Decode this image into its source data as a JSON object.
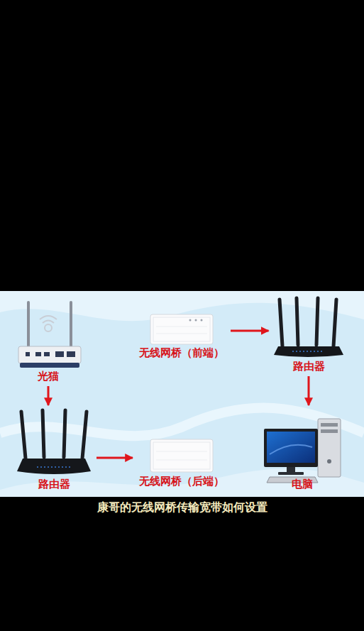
{
  "diagram": {
    "caption": "康哥的无线网桥传输宽带如何设置",
    "nodes": [
      {
        "text": [
          "光猫"
        ]
      },
      {
        "text": [
          "无线网桥（前端）"
        ]
      },
      {
        "text": [
          "路由器"
        ]
      },
      {
        "text": [
          "路由器"
        ]
      },
      {
        "text": [
          "无线网桥（后端）"
        ]
      },
      {
        "text": [
          "电脑"
        ]
      }
    ],
    "edges": [
      {
        "from": 0,
        "to": 3,
        "arrow": "to"
      },
      {
        "from": 1,
        "to": 2,
        "arrow": "to"
      },
      {
        "from": 2,
        "to": 5,
        "arrow": "to"
      },
      {
        "from": 3,
        "to": 4,
        "arrow": "to"
      }
    ]
  }
}
